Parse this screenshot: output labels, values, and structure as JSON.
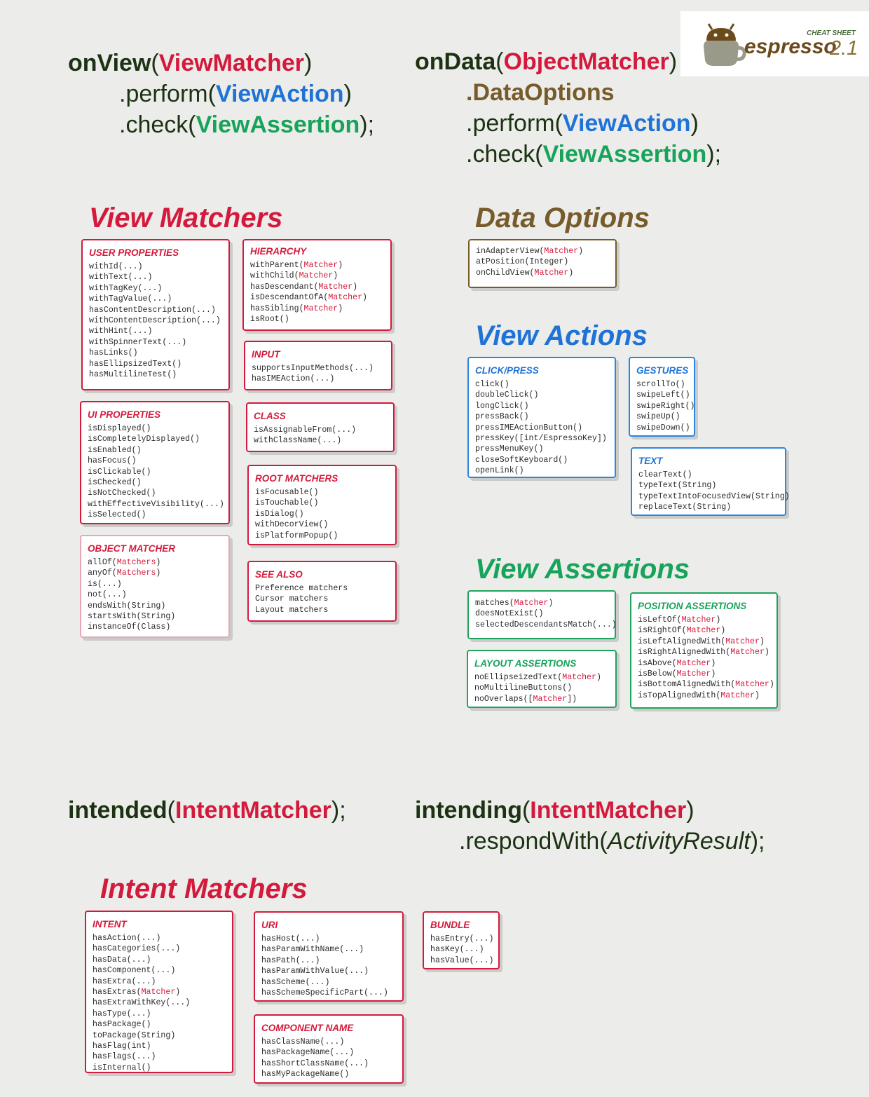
{
  "logo": {
    "cheat": "CHEAT SHEET",
    "name": "espresso",
    "version": "2.1"
  },
  "onview": {
    "fn": "onView",
    "arg": "ViewMatcher",
    "perform": ".perform",
    "action": "ViewAction",
    "check": ".check",
    "assertion": "ViewAssertion"
  },
  "ondata": {
    "fn": "onData",
    "arg": "ObjectMatcher",
    "options": ".DataOptions",
    "perform": ".perform",
    "action": "ViewAction",
    "check": ".check",
    "assertion": "ViewAssertion"
  },
  "intended": {
    "fn": "intended",
    "arg": "IntentMatcher"
  },
  "intending": {
    "fn": "intending",
    "arg": "IntentMatcher",
    "respond": ".respondWith",
    "result": "ActivityResult"
  },
  "headings": {
    "view_matchers": "View Matchers",
    "data_options": "Data Options",
    "view_actions": "View Actions",
    "view_assertions": "View Assertions",
    "intent_matchers": "Intent Matchers"
  },
  "boxes": {
    "user_properties": {
      "title": "USER PROPERTIES",
      "items": [
        [
          "withId(...)"
        ],
        [
          "withText(...)"
        ],
        [
          "withTagKey(...)"
        ],
        [
          "withTagValue(...)"
        ],
        [
          "hasContentDescription(...)"
        ],
        [
          "withContentDescription(...)"
        ],
        [
          "withHint(...)"
        ],
        [
          "withSpinnerText(...)"
        ],
        [
          "hasLinks()"
        ],
        [
          "hasEllipsizedText()"
        ],
        [
          "hasMultilineTest()"
        ]
      ]
    },
    "ui_properties": {
      "title": "UI PROPERTIES",
      "items": [
        [
          "isDisplayed()"
        ],
        [
          "isCompletelyDisplayed()"
        ],
        [
          "isEnabled()"
        ],
        [
          "hasFocus()"
        ],
        [
          "isClickable()"
        ],
        [
          "isChecked()"
        ],
        [
          "isNotChecked()"
        ],
        [
          "withEffectiveVisibility(...)"
        ],
        [
          "isSelected()"
        ]
      ]
    },
    "object_matcher": {
      "title": "OBJECT MATCHER",
      "items": [
        [
          "allOf(",
          "Matchers",
          ")"
        ],
        [
          "anyOf(",
          "Matchers",
          ")"
        ],
        [
          "is(...)"
        ],
        [
          "not(...)"
        ],
        [
          "endsWith(String)"
        ],
        [
          "startsWith(String)"
        ],
        [
          "instanceOf(Class)"
        ]
      ]
    },
    "hierarchy": {
      "title": "HIERARCHY",
      "items": [
        [
          "withParent(",
          "Matcher",
          ")"
        ],
        [
          "withChild(",
          "Matcher",
          ")"
        ],
        [
          "hasDescendant(",
          "Matcher",
          ")"
        ],
        [
          "isDescendantOfA(",
          "Matcher",
          ")"
        ],
        [
          "hasSibling(",
          "Matcher",
          ")"
        ],
        [
          "isRoot()"
        ]
      ]
    },
    "input": {
      "title": "INPUT",
      "items": [
        [
          "supportsInputMethods(...)"
        ],
        [
          "hasIMEAction(...)"
        ]
      ]
    },
    "class": {
      "title": "CLASS",
      "items": [
        [
          "isAssignableFrom(...)"
        ],
        [
          "withClassName(...)"
        ]
      ]
    },
    "root_matchers": {
      "title": "ROOT MATCHERS",
      "items": [
        [
          "isFocusable()"
        ],
        [
          "isTouchable()"
        ],
        [
          "isDialog()"
        ],
        [
          "withDecorView()"
        ],
        [
          "isPlatformPopup()"
        ]
      ]
    },
    "see_also": {
      "title": "SEE ALSO",
      "items": [
        [
          "Preference matchers"
        ],
        [
          "Cursor matchers"
        ],
        [
          "Layout matchers"
        ]
      ]
    },
    "data_options": {
      "items": [
        [
          "inAdapterView(",
          "Matcher",
          ")"
        ],
        [
          "atPosition(Integer)"
        ],
        [
          "onChildView(",
          "Matcher",
          ")"
        ]
      ]
    },
    "click_press": {
      "title": "CLICK/PRESS",
      "items": [
        [
          "click()"
        ],
        [
          "doubleClick()"
        ],
        [
          "longClick()"
        ],
        [
          "pressBack()"
        ],
        [
          "pressIMEActionButton()"
        ],
        [
          "pressKey([int/EspressoKey])"
        ],
        [
          "pressMenuKey()"
        ],
        [
          "closeSoftKeyboard()"
        ],
        [
          "openLink()"
        ]
      ]
    },
    "gestures": {
      "title": "GESTURES",
      "items": [
        [
          "scrollTo()"
        ],
        [
          "swipeLeft()"
        ],
        [
          "swipeRight()"
        ],
        [
          "swipeUp()"
        ],
        [
          "swipeDown()"
        ]
      ]
    },
    "text": {
      "title": "TEXT",
      "items": [
        [
          "clearText()"
        ],
        [
          "typeText(String)"
        ],
        [
          "typeTextIntoFocusedView(String)"
        ],
        [
          "replaceText(String)"
        ]
      ]
    },
    "assertions_basic": {
      "items": [
        [
          "matches(",
          "Matcher",
          ")"
        ],
        [
          "doesNotExist()"
        ],
        [
          "selectedDescendantsMatch(...)"
        ]
      ]
    },
    "layout_assertions": {
      "title": "LAYOUT ASSERTIONS",
      "items": [
        [
          "noEllipseizedText(",
          "Matcher",
          ")"
        ],
        [
          "noMultilineButtons()"
        ],
        [
          "noOverlaps([",
          "Matcher",
          "])"
        ]
      ]
    },
    "position_assertions": {
      "title": "POSITION ASSERTIONS",
      "items": [
        [
          "isLeftOf(",
          "Matcher",
          ")"
        ],
        [
          "isRightOf(",
          "Matcher",
          ")"
        ],
        [
          "isLeftAlignedWith(",
          "Matcher",
          ")"
        ],
        [
          "isRightAlignedWith(",
          "Matcher",
          ")"
        ],
        [
          "isAbove(",
          "Matcher",
          ")"
        ],
        [
          "isBelow(",
          "Matcher",
          ")"
        ],
        [
          "isBottomAlignedWith(",
          "Matcher",
          ")"
        ],
        [
          "isTopAlignedWith(",
          "Matcher",
          ")"
        ]
      ]
    },
    "intent": {
      "title": "INTENT",
      "items": [
        [
          "hasAction(...)"
        ],
        [
          "hasCategories(...)"
        ],
        [
          "hasData(...)"
        ],
        [
          "hasComponent(...)"
        ],
        [
          "hasExtra(...)"
        ],
        [
          "hasExtras(",
          "Matcher",
          ")"
        ],
        [
          "hasExtraWithKey(...)"
        ],
        [
          "hasType(...)"
        ],
        [
          "hasPackage()"
        ],
        [
          "toPackage(String)"
        ],
        [
          "hasFlag(int)"
        ],
        [
          "hasFlags(...)"
        ],
        [
          "isInternal()"
        ]
      ]
    },
    "uri": {
      "title": "URI",
      "items": [
        [
          "hasHost(...)"
        ],
        [
          "hasParamWithName(...)"
        ],
        [
          "hasPath(...)"
        ],
        [
          "hasParamWithValue(...)"
        ],
        [
          "hasScheme(...)"
        ],
        [
          "hasSchemeSpecificPart(...)"
        ]
      ]
    },
    "component_name": {
      "title": "COMPONENT NAME",
      "items": [
        [
          "hasClassName(...)"
        ],
        [
          "hasPackageName(...)"
        ],
        [
          "hasShortClassName(...)"
        ],
        [
          "hasMyPackageName()"
        ]
      ]
    },
    "bundle": {
      "title": "BUNDLE",
      "items": [
        [
          "hasEntry(...)"
        ],
        [
          "hasKey(...)"
        ],
        [
          "hasValue(...)"
        ]
      ]
    }
  },
  "colors": {
    "background": "#ecedea",
    "dark_text": "#1c3213",
    "red": "#d41a3c",
    "blue": "#1f73d6",
    "green": "#17a35a",
    "brown": "#775b2a"
  }
}
